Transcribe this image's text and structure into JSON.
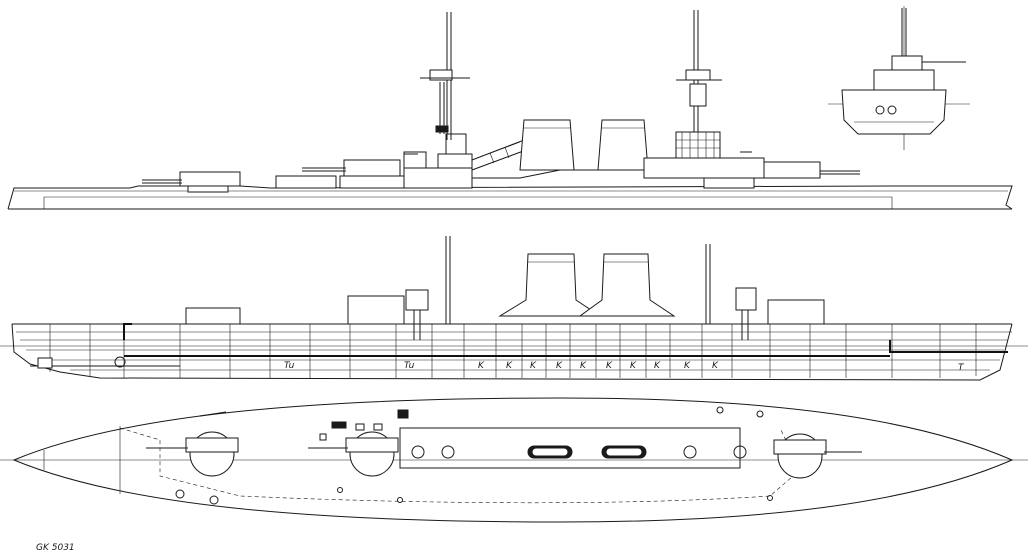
{
  "drawing": {
    "reference": "GK 5031",
    "hull_marks": [
      "Tu",
      "Tu",
      "K",
      "K",
      "K",
      "K",
      "K",
      "K",
      "K",
      "K",
      "K",
      "K",
      "T"
    ]
  }
}
